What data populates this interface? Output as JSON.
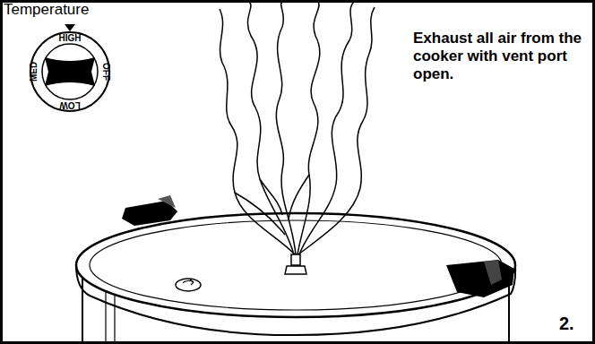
{
  "diagram": {
    "nodes": [
      {
        "text": [
          "Temperature",
          "HIGH",
          "OFF",
          "LOW",
          "MED"
        ]
      }
    ],
    "labels": [
      "Exhaust all air from the cooker with vent port open.",
      "2."
    ]
  }
}
